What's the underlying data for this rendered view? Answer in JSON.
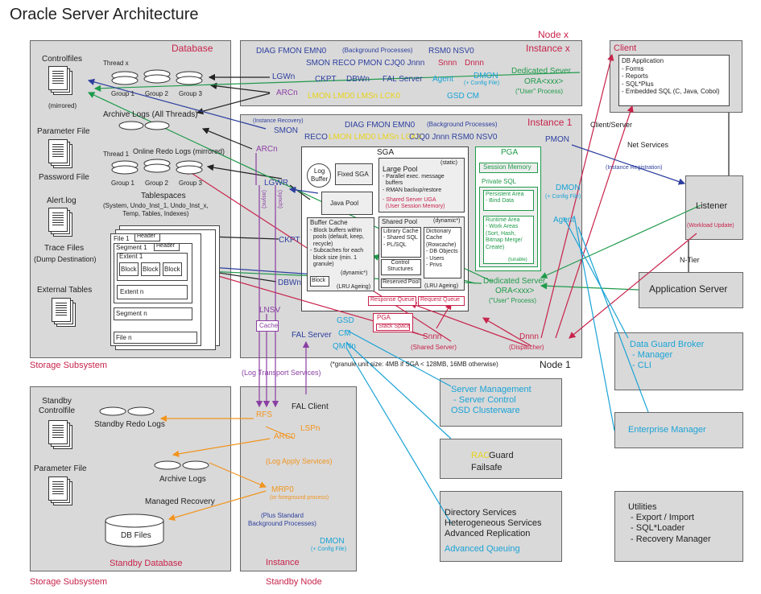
{
  "title": "Oracle Server Architecture",
  "storage": {
    "database_label": "Database",
    "controlfiles": "Controlfiles",
    "mirrored": "(mirrored)",
    "parameter_file": "Parameter File",
    "password_file": "Password File",
    "alert_log": "Alert.log",
    "trace_files": "Trace Files",
    "dump_destination": "(Dump Destination)",
    "external_tables": "External Tables",
    "thread_x": "Thread x",
    "thread_1": "Thread 1",
    "group1": "Group 1",
    "group2": "Group 2",
    "group3": "Group 3",
    "archive_logs_all": "Archive Logs (All Threads)",
    "online_redo": "Online Redo Logs (mirrored)",
    "tablespaces": "Tablespaces",
    "tablespaces_detail": "(System, Undo_Inst_1, Undo_Inst_x,\nTemp, Tables, Indexes)",
    "file1": "File 1",
    "header": "Header",
    "segment1": "Segment 1",
    "extent1": "Extent 1",
    "block": "Block",
    "extent_n": "Extent n",
    "segment_n": "Segment n",
    "file_n": "File n",
    "subsystem": "Storage Subsystem"
  },
  "node_x": {
    "node_label": "Node x",
    "instance_label": "Instance x",
    "row1a": "DIAG  FMON  EMN0",
    "bg": "(Background Processes)",
    "row1b": "RSM0  NSV0",
    "row2a": "SMON  RECO  PMON  CJQ0  Jnnn",
    "snnn": "Snnn",
    "dnnn": "Dnnn",
    "ded_server": "Dedicated Sever",
    "ora": "ORA<xxx>",
    "user_proc": "(\"User\" Process)",
    "lgwn": "LGWn",
    "arcn": "ARCn",
    "ckpt": "CKPT",
    "dbwn": "DBWn",
    "fal": "FAL Server",
    "agent": "Agent",
    "dmon": "DMON",
    "config": "(+ Config File)",
    "lmxx": "LMON  LMD0  LMSn  LCK0",
    "gsd_cm": "GSD  CM"
  },
  "node1": {
    "node_label": "Node 1",
    "instance_label": "Instance 1",
    "smon": "SMON",
    "inst_recovery": "(Instance Recovery)",
    "row1": "DIAG  FMON  EMN0",
    "bg": "(Background Processes)",
    "row2": "RECO",
    "lmxx": "LMON  LMD0  LMSn  LCK0",
    "row2b": "CJQ0  Jnnn  RSM0  NSV0",
    "pmon": "PMON",
    "arcn": "ARCn",
    "lgwr": "LGWR",
    "async": "(async)",
    "sync": "(synch)",
    "ckpt": "CKPT",
    "dbwn": "DBWn",
    "lnsv": "LNSV",
    "cache": "Cache",
    "fal": "FAL Server",
    "gsd": "GSD",
    "cm": "CM",
    "qmnn": "QMNn",
    "sga": "SGA",
    "log_buffer": "Log\nBuffer",
    "fixed_sga": "Fixed SGA",
    "java_pool": "Java Pool",
    "large_pool": "Large Pool",
    "static": "(static)",
    "large_pool_items": "- Parallel exec. message\n  buffers\n- RMAN backup/restore",
    "shared_uga": "- Shared Server UGA\n  (User Session Memory)",
    "buffer_cache": "Buffer Cache",
    "buffer_items": "- Block buffers within\n  pools (default, keep,\n  recycle)\n- Subcaches for each\n  block size (min. 1\n  granule)",
    "dynamic": "(dynamic*)",
    "block": "Block",
    "lru": "(LRU Ageing)",
    "shared_pool": "Shared Pool",
    "library": "Library Cache\n- Shared SQL\n- PL/SQL",
    "dictionary": "Dictionary\nCache\n(Rowcache)\n- DB Objects\n- Users\n- Privs",
    "control": "Control\nStructures",
    "reserved": "Reserved Pool",
    "lru2": "(LRU Ageing)",
    "pga": "PGA",
    "session_memory": "Session Memory",
    "private_sql": "Private SQL",
    "persistent": "Persistent Area\n- Bind Data",
    "runtime": "Runtime Area\n- Work Areas\n(Sort, Hash,\nBitmap Merge/\nCreate)",
    "tunable": "(tunable)",
    "dmon": "DMON",
    "config": "(+ Config File)",
    "agent": "Agent",
    "ded_server": "Dedicated Server",
    "ora": "ORA<xxx>",
    "user_proc": "(\"User\" Process)",
    "response_queue": "Response Queue",
    "request_queue": "Request Queue",
    "pga2": "PGA",
    "stack": "Stack Space",
    "snnn": "Snnn",
    "shared_server": "(Shared Server)",
    "dnnn": "Dnnn",
    "dispatcher": "(Dispatcher)",
    "granule_note": "(*granule unit size: 4MB if SGA < 128MB, 16MB otherwise)"
  },
  "client": {
    "label": "Client",
    "items": "DB Application\n- Forms\n- Reports\n- SQL*Plus\n- Embedded SQL (C, Java, Cobol)",
    "client_server": "Client/Server",
    "net_services": "Net Services",
    "registration": "(Instance Registration)",
    "listener": "Listener",
    "workload": "(Workload Update)",
    "ntier": "N-Tier",
    "app_server": "Application Server"
  },
  "tools": {
    "dg_broker": "Data Guard Broker\n - Manager\n - CLI",
    "enterprise_manager": "Enterprise Manager",
    "server_mgmt": "Server Management\n - Server Control\nOSD Clusterware",
    "rac": "RAC",
    "guard": " Guard",
    "failsafe": "Failsafe",
    "directory": "Directory Services\nHeterogeneous Services\nAdvanced Replication",
    "adv_queuing": "Advanced Queuing",
    "utilities": "Utilities\n - Export / Import\n - SQL*Loader\n - Recovery Manager"
  },
  "standby": {
    "standby_controlfile": "Standby\nControlfile",
    "standby_redo": "Standby Redo Logs",
    "parameter_file": "Parameter File",
    "archive_logs": "Archive Logs",
    "managed_recovery": "Managed Recovery",
    "db_files": "DB Files",
    "db_label": "Standby Database",
    "subsystem": "Storage Subsystem",
    "log_transport": "(Log Transport Services)",
    "fal_client": "FAL Client",
    "rfs": "RFS",
    "lspn": "LSPn",
    "arc0": "ARC0",
    "log_apply": "(Log Apply Services)",
    "mrp0": "MRP0",
    "foreground": "(or foreground process)",
    "plus_std": "(Plus Standard\nBackground Processes)",
    "dmon": "DMON",
    "config": "(+ Config File)",
    "instance": "Instance",
    "node": "Standby Node"
  }
}
